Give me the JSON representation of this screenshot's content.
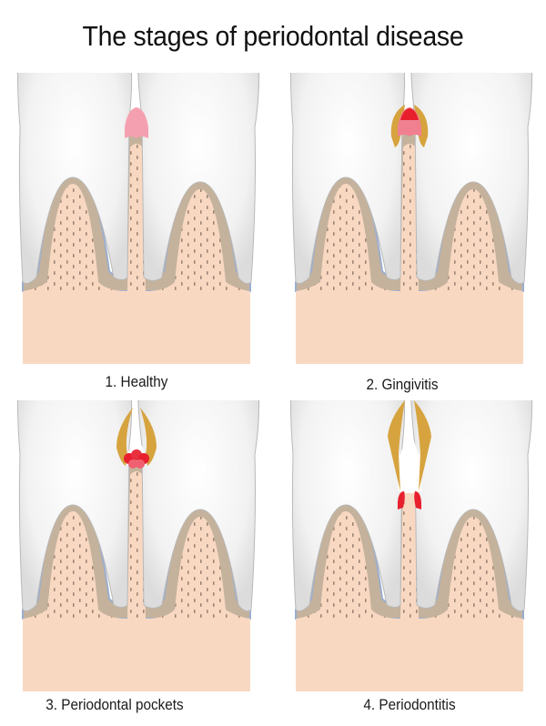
{
  "title": "The stages of periodontal disease",
  "colors": {
    "tooth": "#f4f4f4",
    "tooth_outline": "#b9b9b9",
    "bone": "#f9d8c2",
    "bone_dots": "#8b7566",
    "periodontium": "#c4b29c",
    "membrane": "#9aaed0",
    "healthy_gum": "#f5a0b0",
    "inflamed_gum": "#e8202e",
    "tartar": "#d6a33e"
  },
  "panels": [
    {
      "stage": 1,
      "label": "1. Healthy"
    },
    {
      "stage": 2,
      "label": "2. Gingivitis"
    },
    {
      "stage": 3,
      "label": "3. Periodontal pockets"
    },
    {
      "stage": 4,
      "label": "4. Periodontitis"
    }
  ]
}
